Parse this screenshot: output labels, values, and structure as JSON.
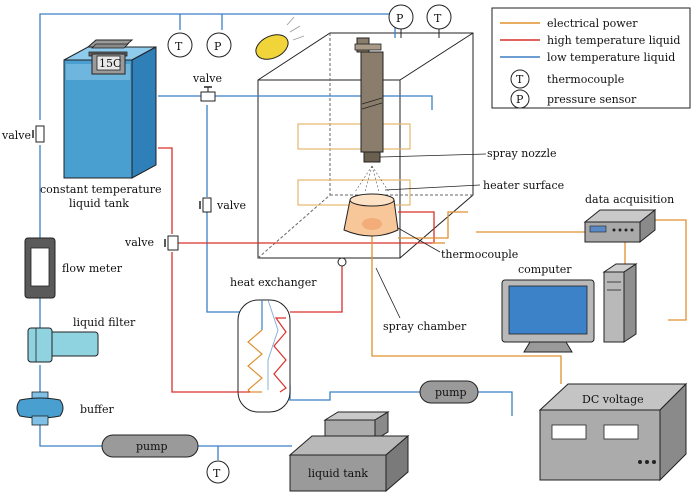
{
  "colors": {
    "electrical": "#e0902f",
    "hot_liquid": "#d9312b",
    "cold_liquid": "#3b7fc4",
    "tank_blue": "#4a9fd1",
    "tank_blue_light": "#7fc0e6",
    "equipment_gray": "#7d7d7d",
    "nozzle_brown": "#8b7d6b"
  },
  "legend": {
    "electrical": "electrical power",
    "hot": "high temperature liquid",
    "cold": "low temperature liquid",
    "thermocouple_symbol": "T",
    "thermocouple": "thermocouple",
    "pressure_symbol": "P",
    "pressure": "pressure sensor"
  },
  "labels": {
    "tank_temp": "15C",
    "valve": "valve",
    "constant_tank_line1": "constant temperature",
    "constant_tank_line2": "liquid tank",
    "flow_meter": "flow meter",
    "liquid_filter": "liquid filter",
    "buffer": "buffer",
    "pump": "pump",
    "heat_exchanger": "heat exchanger",
    "spray_nozzle": "spray nozzle",
    "heater_surface": "heater surface",
    "thermocouple": "thermocouple",
    "spray_chamber": "spray chamber",
    "data_acquisition": "data acquisition",
    "computer": "computer",
    "dc_voltage": "DC voltage",
    "liquid_tank": "liquid tank"
  },
  "sensors": {
    "T": "T",
    "P": "P"
  }
}
